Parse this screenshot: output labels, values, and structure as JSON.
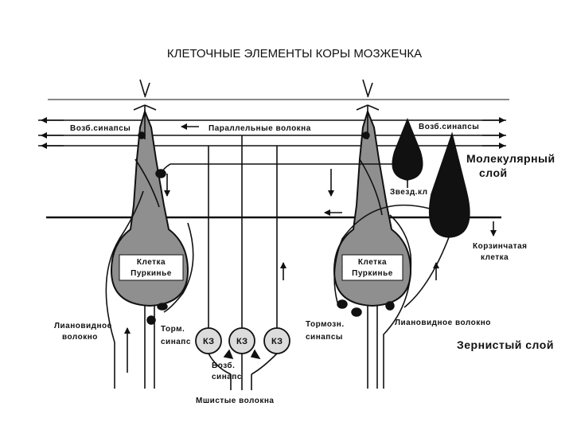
{
  "title": "КЛЕТОЧНЫЕ ЭЛЕМЕНТЫ КОРЫ МОЗЖЕЧКА",
  "labels": {
    "exc_synapses_left": "Возб.синапсы",
    "parallel_fibers": "Параллельные волокна",
    "exc_synapses_right": "Возб.синапсы",
    "molecular_layer_1": "Молекулярный",
    "molecular_layer_2": "слой",
    "stellate_cell": "Звезд.кл",
    "basket_cell_1": "Корзинчатая",
    "basket_cell_2": "клетка",
    "purkinje_left_1": "Клетка",
    "purkinje_left_2": "Пуркинье",
    "purkinje_right_1": "Клетка",
    "purkinje_right_2": "Пуркинье",
    "climbing_fiber_left_1": "Лиановидное",
    "climbing_fiber_left_2": "волокно",
    "inhib_synapse_1": "Торм.",
    "inhib_synapse_2": "синапс",
    "inhib_synapses_1": "Тормозн.",
    "inhib_synapses_2": "синапсы",
    "climbing_fiber_right": "Лиановидное волокно",
    "granular_layer": "Зернистый слой",
    "exc_synapse_bottom_1": "Возб.",
    "exc_synapse_bottom_2": "синапс",
    "mossy_fibers": "Мшистые волокна",
    "granule_cell": "КЗ"
  }
}
